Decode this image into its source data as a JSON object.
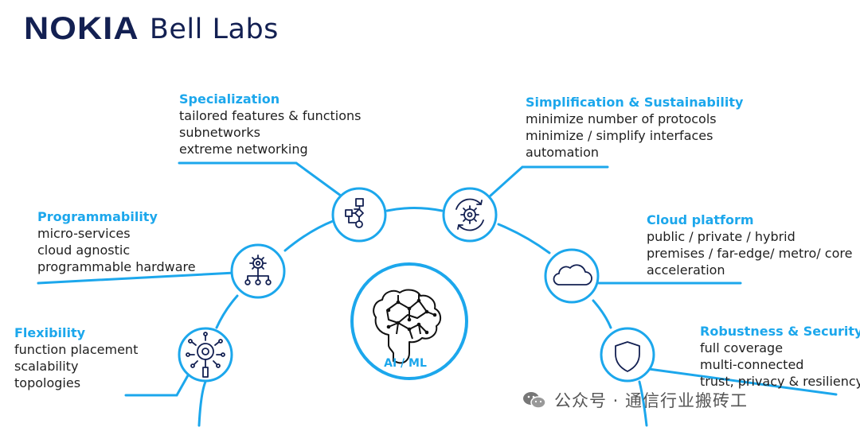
{
  "logo": {
    "brand": "NOKIA",
    "sub": "Bell Labs"
  },
  "center": {
    "label": "AI / ML",
    "icon": "brain-icon"
  },
  "colors": {
    "accent": "#1ca7ec",
    "brand": "#132052",
    "text": "#1f1f1f"
  },
  "nodes": [
    {
      "id": "specialization",
      "title": "Specialization",
      "items": [
        "tailored features & functions",
        "subnetworks",
        "extreme networking"
      ],
      "icon": "flowchart-icon"
    },
    {
      "id": "programmability",
      "title": "Programmability",
      "items": [
        "micro-services",
        "cloud agnostic",
        "programmable hardware"
      ],
      "icon": "gear-network-icon"
    },
    {
      "id": "flexibility",
      "title": "Flexibility",
      "items": [
        "function placement",
        "scalability",
        "topologies"
      ],
      "icon": "magnifier-gear-icon"
    },
    {
      "id": "simplification",
      "title": "Simplification & Sustainability",
      "items": [
        "minimize number of protocols",
        "minimize / simplify interfaces",
        "automation"
      ],
      "icon": "gear-cycle-icon"
    },
    {
      "id": "cloud",
      "title": "Cloud platform",
      "items": [
        "public / private / hybrid",
        "premises / far-edge/ metro/ core",
        "acceleration"
      ],
      "icon": "cloud-icon"
    },
    {
      "id": "robustness",
      "title": "Robustness & Security",
      "items": [
        "full coverage",
        "multi-connected",
        "trust, privacy & resiliency"
      ],
      "icon": "shield-icon"
    }
  ],
  "watermark": {
    "text": "公众号 · 通信行业搬砖工",
    "icon": "wechat-icon"
  }
}
